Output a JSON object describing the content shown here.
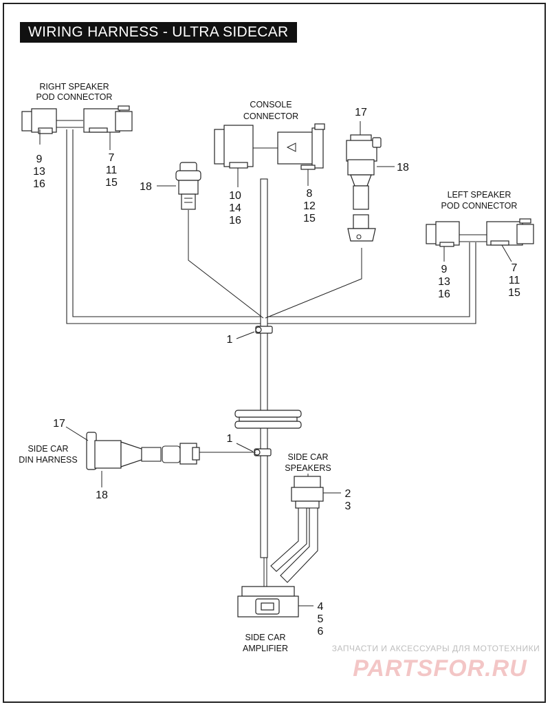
{
  "title": "WIRING HARNESS - ULTRA SIDECAR",
  "labels": {
    "right_speaker_line1": "RIGHT SPEAKER",
    "right_speaker_line2": "POD CONNECTOR",
    "console_line1": "CONSOLE",
    "console_line2": "CONNECTOR",
    "left_speaker_line1": "LEFT SPEAKER",
    "left_speaker_line2": "POD CONNECTOR",
    "din_line1": "SIDE CAR",
    "din_line2": "DIN HARNESS",
    "speakers_line1": "SIDE CAR",
    "speakers_line2": "SPEAKERS",
    "amp_line1": "SIDE CAR",
    "amp_line2": "AMPLIFIER"
  },
  "callouts": {
    "rs_left": [
      "9",
      "13",
      "16"
    ],
    "rs_right": [
      "7",
      "11",
      "15"
    ],
    "console_left": [
      "10",
      "14",
      "16"
    ],
    "console_right": [
      "8",
      "12",
      "15"
    ],
    "ls_left": [
      "9",
      "13",
      "16"
    ],
    "ls_right": [
      "7",
      "11",
      "15"
    ],
    "amp": [
      "4",
      "5",
      "6"
    ],
    "speakers": [
      "2",
      "3"
    ],
    "plug_17": "17",
    "plug_18": "18",
    "socket_18": "18",
    "clip_top": "1",
    "clip_bottom": "1",
    "din_17": "17",
    "din_18": "18"
  },
  "watermark": {
    "line1": "ЗАПЧАСТИ И АКСЕССУАРЫ ДЛЯ МОТОТЕХНИКИ",
    "logo": "PARTSFOR.RU"
  }
}
